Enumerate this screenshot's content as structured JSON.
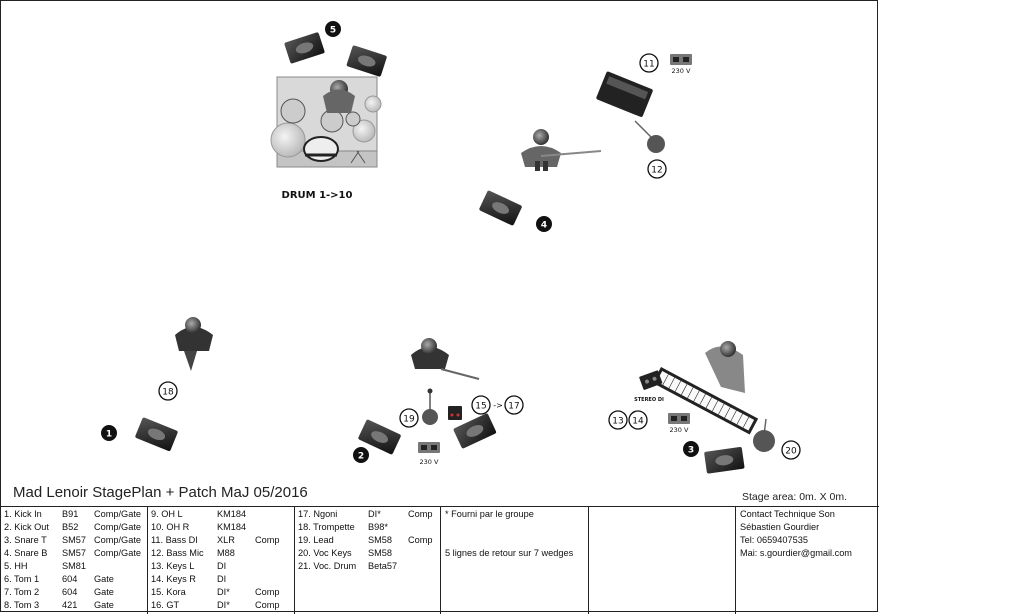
{
  "title": "Mad Lenoir StagePlan + Patch MaJ 05/2016",
  "stage_area": "Stage area: 0m. X 0m.",
  "drum_label": "DRUM 1->10",
  "power_label": "230 V",
  "stereo_di_label": "STEREO DI",
  "markers": {
    "m1": "1",
    "m2": "2",
    "m3": "3",
    "m4": "4",
    "m5": "5",
    "m11": "11",
    "m12": "12",
    "m13": "13",
    "m14": "14",
    "m15": "15",
    "m17": "17",
    "m18": "18",
    "m19": "19",
    "m20": "20",
    "arrow": "->"
  },
  "patch": {
    "col1": [
      {
        "ch": "1. Kick In",
        "mic": "B91",
        "fx": "Comp/Gate"
      },
      {
        "ch": "2. Kick Out",
        "mic": "B52",
        "fx": "Comp/Gate"
      },
      {
        "ch": "3. Snare T",
        "mic": "SM57",
        "fx": "Comp/Gate"
      },
      {
        "ch": "4. Snare B",
        "mic": "SM57",
        "fx": "Comp/Gate"
      },
      {
        "ch": "5. HH",
        "mic": "SM81",
        "fx": ""
      },
      {
        "ch": "6. Tom 1",
        "mic": "604",
        "fx": "Gate"
      },
      {
        "ch": "7. Tom 2",
        "mic": "604",
        "fx": "Gate"
      },
      {
        "ch": "8. Tom 3",
        "mic": "421",
        "fx": "Gate"
      }
    ],
    "col2": [
      {
        "ch": "9. OH L",
        "mic": "KM184",
        "fx": ""
      },
      {
        "ch": "10. OH R",
        "mic": "KM184",
        "fx": ""
      },
      {
        "ch": "11. Bass DI",
        "mic": "XLR",
        "fx": "Comp"
      },
      {
        "ch": "12. Bass Mic",
        "mic": "M88",
        "fx": ""
      },
      {
        "ch": "13. Keys L",
        "mic": "DI",
        "fx": ""
      },
      {
        "ch": "14. Keys R",
        "mic": "DI",
        "fx": ""
      },
      {
        "ch": "15. Kora",
        "mic": "DI*",
        "fx": "Comp"
      },
      {
        "ch": "16. GT",
        "mic": "DI*",
        "fx": "Comp"
      }
    ],
    "col3": [
      {
        "ch": "17. Ngoni",
        "mic": "DI*",
        "fx": "Comp"
      },
      {
        "ch": "18. Trompette",
        "mic": "B98*",
        "fx": ""
      },
      {
        "ch": "19. Lead",
        "mic": "SM58",
        "fx": "Comp"
      },
      {
        "ch": "20. Voc Keys",
        "mic": "SM58",
        "fx": ""
      },
      {
        "ch": "21. Voc. Drum",
        "mic": "Beta57",
        "fx": ""
      }
    ]
  },
  "notes": {
    "supplied": "* Fourni par le groupe",
    "returns": "5 lignes de retour sur 7 wedges"
  },
  "contact": {
    "line1": "Contact Technique Son",
    "line2": "Sébastien Gourdier",
    "line3": "Tel: 0659407535",
    "line4": "Mai: s.gourdier@gmail.com"
  }
}
